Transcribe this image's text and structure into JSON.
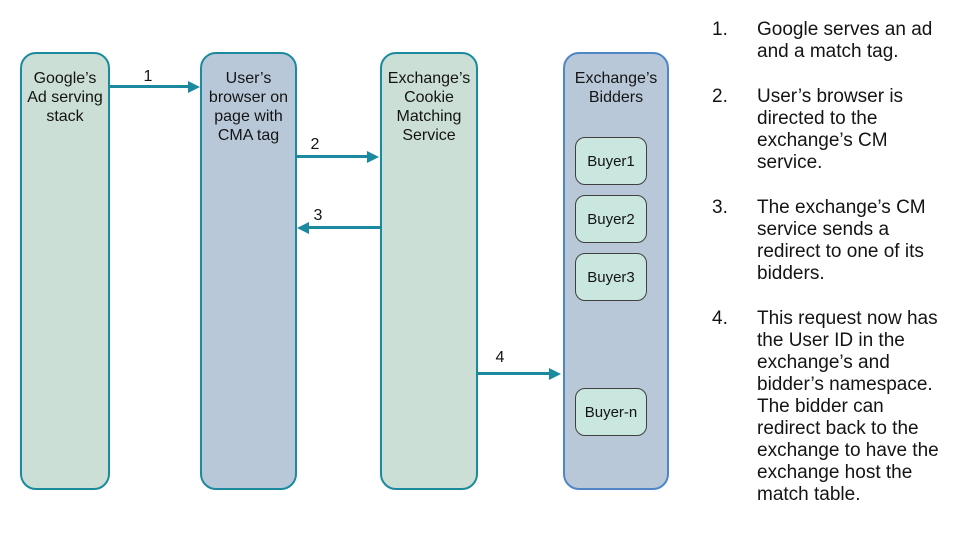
{
  "diagram": {
    "boxes": {
      "google_stack": {
        "lines": [
          "Google’s",
          "Ad serving",
          "stack"
        ]
      },
      "user_browser": {
        "lines": [
          "User’s",
          "browser on",
          "page with",
          "CMA tag"
        ]
      },
      "cm_service": {
        "lines": [
          "Exchange’s",
          "Cookie",
          "Matching",
          "Service"
        ]
      },
      "bidders": {
        "lines": [
          "Exchange’s",
          "Bidders"
        ],
        "buyers": [
          "Buyer1",
          "Buyer2",
          "Buyer3",
          "Buyer-n"
        ]
      }
    },
    "arrows": [
      {
        "label": "1",
        "from": "google_stack",
        "to": "user_browser"
      },
      {
        "label": "2",
        "from": "user_browser",
        "to": "cm_service"
      },
      {
        "label": "3",
        "from": "cm_service",
        "to": "user_browser"
      },
      {
        "label": "4",
        "from": "cm_service",
        "to": "bidders"
      }
    ],
    "colors": {
      "teal_border": "#1b8a9e",
      "blue_border": "#4f86c6",
      "green_fill": "#cbdfd6",
      "blue_fill": "#b9c8d9",
      "buyer_fill": "#c9e6df",
      "arrow": "#1b8a9e",
      "background": "#ffffff",
      "text": "#141414"
    }
  },
  "steps": [
    {
      "num": "1.",
      "lines": [
        "Google serves an ad",
        "and a match tag."
      ]
    },
    {
      "num": "2.",
      "lines": [
        "User’s browser is",
        "directed to the",
        "exchange’s CM",
        "service."
      ]
    },
    {
      "num": "3.",
      "lines": [
        "The exchange’s CM",
        "service sends a",
        "redirect to one of its",
        "bidders."
      ]
    },
    {
      "num": "4.",
      "lines": [
        "This request now has",
        "the User ID in the",
        "exchange’s and",
        "bidder’s namespace.",
        "The bidder can",
        "redirect back to the",
        "exchange to have the",
        "exchange host the",
        "match table."
      ]
    }
  ]
}
